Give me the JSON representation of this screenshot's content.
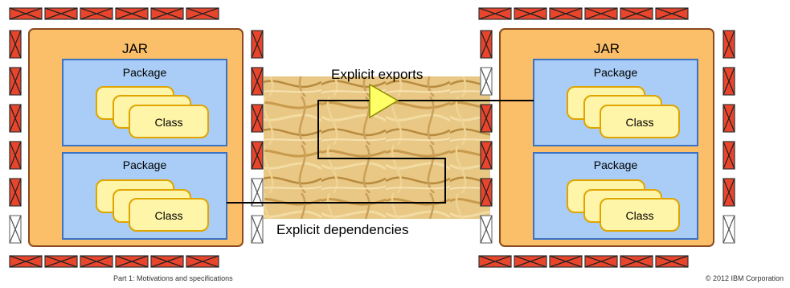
{
  "diagram": {
    "left_module": {
      "jar_label": "JAR",
      "packages": [
        {
          "label": "Package",
          "class_label": "Class"
        },
        {
          "label": "Package",
          "class_label": "Class"
        }
      ]
    },
    "right_module": {
      "jar_label": "JAR",
      "packages": [
        {
          "label": "Package",
          "class_label": "Class"
        },
        {
          "label": "Package",
          "class_label": "Class"
        }
      ]
    },
    "exports_label": "Explicit exports",
    "dependencies_label": "Explicit dependencies"
  },
  "footer": {
    "left": "Part 1: Motivations and specifications",
    "right": "© 2012 IBM Corporation"
  },
  "colors": {
    "brick_closed": "#e8452c",
    "brick_open": "#ffffff",
    "jar_fill": "#fbbf6a",
    "jar_border": "#8b4a1f",
    "package_fill": "#a9cdf6",
    "package_border": "#3b72c4",
    "class_fill": "#fff5a8",
    "class_border": "#e0a400",
    "triangle_fill": "#ffff66"
  }
}
